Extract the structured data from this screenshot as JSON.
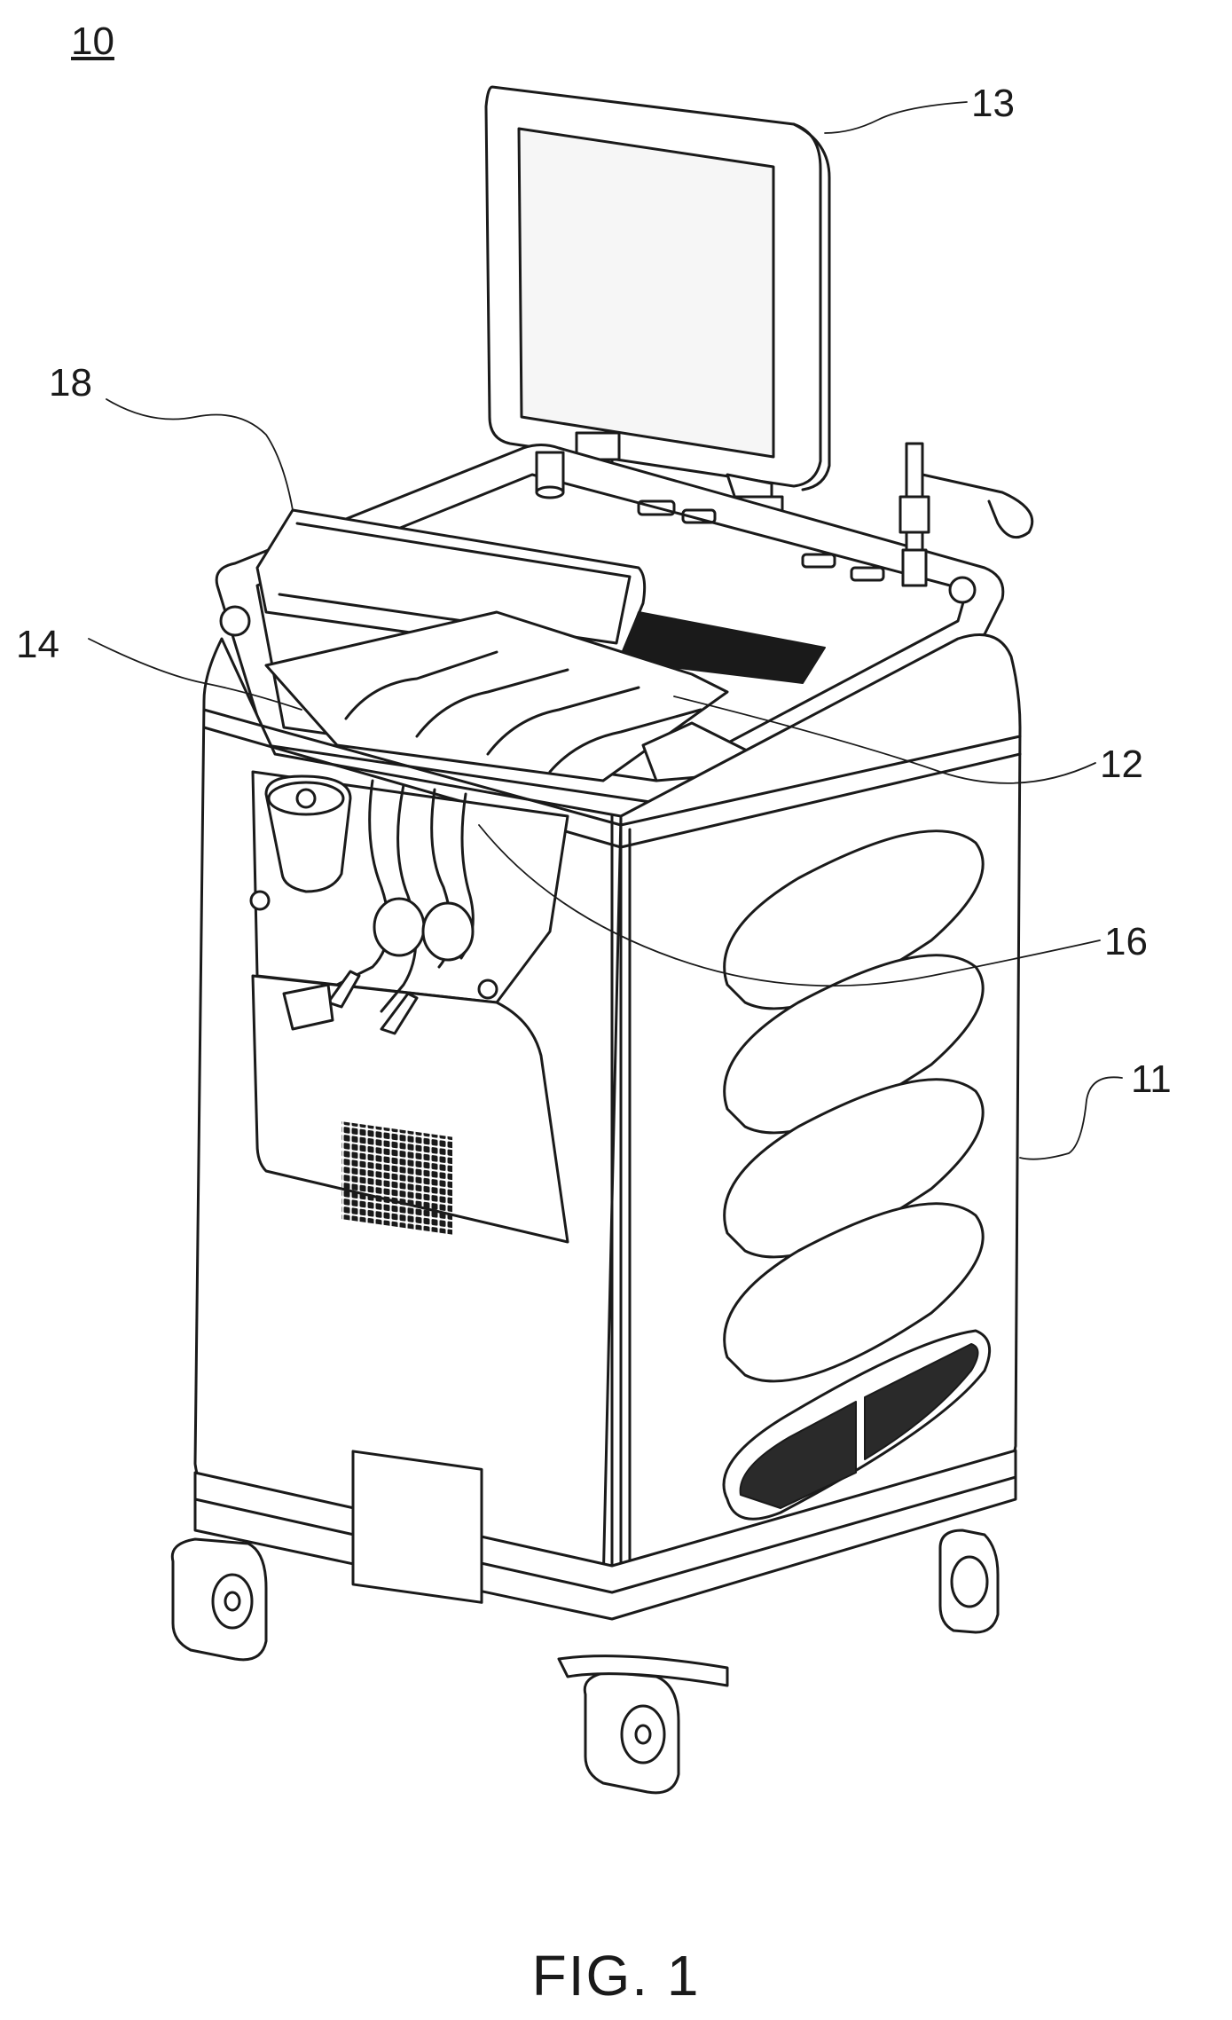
{
  "figure": {
    "main_ref": "10",
    "caption": "FIG. 1"
  },
  "labels": {
    "l13": "13",
    "l18": "18",
    "l14": "14",
    "l12": "12",
    "l16": "16",
    "l11": "11"
  },
  "colors": {
    "line": "#1a1a1a",
    "fill": "#ffffff",
    "screen": "#f2f2f2",
    "grille": "#1a1a1a"
  }
}
